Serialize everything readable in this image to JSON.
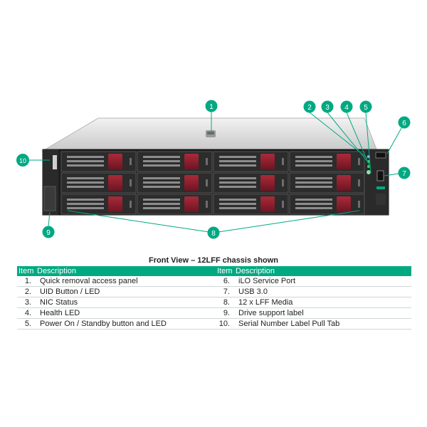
{
  "caption": "Front View – 12LFF chassis shown",
  "table": {
    "headers": [
      "Item",
      "Description",
      "Item",
      "Description"
    ],
    "rows": [
      {
        "left_num": "1.",
        "left_desc": "Quick removal access panel",
        "right_num": "6.",
        "right_desc": "iLO Service Port"
      },
      {
        "left_num": "2.",
        "left_desc": "UID Button / LED",
        "right_num": "7.",
        "right_desc": "USB 3.0"
      },
      {
        "left_num": "3.",
        "left_desc": "NIC Status",
        "right_num": "8.",
        "right_desc": "12 x LFF Media"
      },
      {
        "left_num": "4.",
        "left_desc": "Health LED",
        "right_num": "9.",
        "right_desc": "Drive support label"
      },
      {
        "left_num": "5.",
        "left_desc": "Power On / Standby button and LED",
        "right_num": "10.",
        "right_desc": "Serial Number Label Pull Tab"
      }
    ]
  },
  "callouts": [
    "1",
    "2",
    "3",
    "4",
    "5",
    "6",
    "7",
    "8",
    "9",
    "10"
  ],
  "colors": {
    "accent": "#01a982",
    "chassis_top": "#d9d9d9",
    "chassis_front": "#1a1a1a",
    "drive_latch": "#8a1f2c"
  }
}
